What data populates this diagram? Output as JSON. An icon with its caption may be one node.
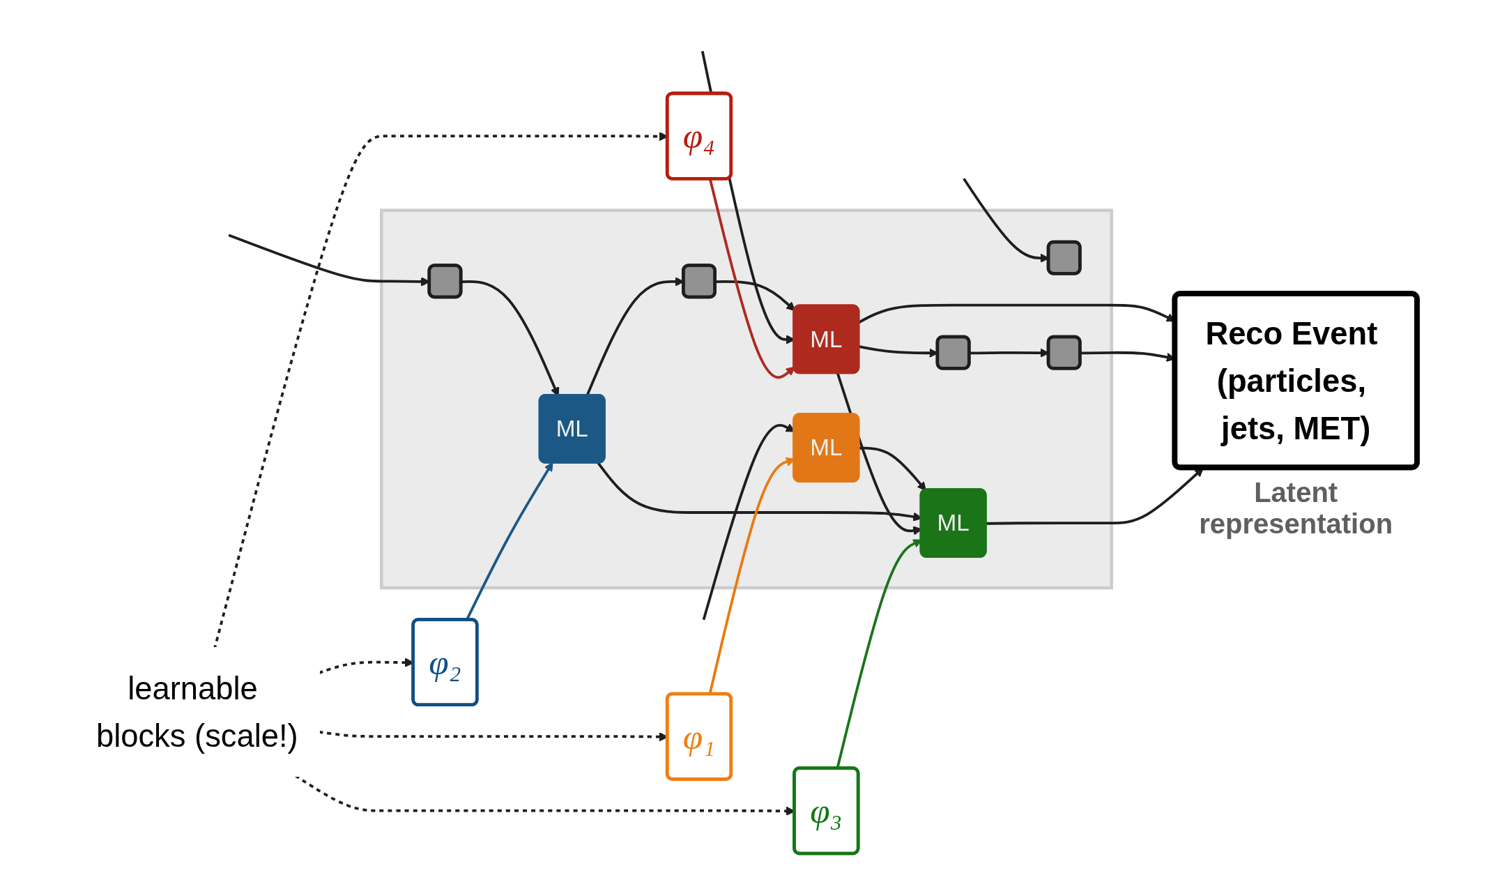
{
  "diagram": {
    "nodes": [
      {
        "text": [],
        "shape": "box"
      },
      {
        "text": [],
        "shape": "box",
        "in": 0
      },
      {
        "text": [
          "ML"
        ],
        "in": 0
      },
      {
        "text": [],
        "shape": "box",
        "in": 0
      },
      {
        "text": [
          "ML"
        ],
        "in": 0
      },
      {
        "text": [
          "ML"
        ],
        "in": 0
      },
      {
        "text": [],
        "shape": "box",
        "in": 0
      },
      {
        "text": [],
        "shape": "box",
        "in": 0
      },
      {
        "text": [],
        "shape": "box",
        "in": 0
      },
      {
        "text": [
          "ML"
        ],
        "in": 0
      },
      {
        "text": [
          "Reco Event (particles, jets, MET)"
        ],
        "beside": [
          "Latent representation"
        ]
      },
      {
        "text": [
          "φ₁"
        ]
      },
      {
        "text": [
          "φ₂"
        ]
      },
      {
        "text": [
          "φ₃"
        ]
      },
      {
        "text": [
          "φ₄"
        ]
      },
      {
        "text": [
          "learnable blocks (scale!)"
        ]
      }
    ],
    "edges": [
      {
        "from": null,
        "to": 1,
        "arrow": "to"
      },
      {
        "from": 1,
        "to": 2,
        "arrow": "to"
      },
      {
        "from": 2,
        "to": 3,
        "arrow": "to"
      },
      {
        "from": 3,
        "to": 4,
        "arrow": "to"
      },
      {
        "from": null,
        "to": 5,
        "arrow": "to"
      },
      {
        "from": null,
        "to": 4,
        "arrow": "to"
      },
      {
        "from": null,
        "to": 6,
        "arrow": "to"
      },
      {
        "from": 5,
        "to": 9,
        "arrow": "to"
      },
      {
        "from": 2,
        "to": 9,
        "arrow": "to"
      },
      {
        "from": 4,
        "to": 7,
        "arrow": "to"
      },
      {
        "from": 4,
        "to": 9,
        "arrow": "to"
      },
      {
        "from": 4,
        "to": 10,
        "arrow": "to"
      },
      {
        "from": 7,
        "to": 8,
        "arrow": "to"
      },
      {
        "from": 8,
        "to": 10,
        "arrow": "to"
      },
      {
        "from": 9,
        "to": 10,
        "arrow": "to"
      },
      {
        "from": 11,
        "to": 5,
        "arrow": "to",
        "color": "#e87a10"
      },
      {
        "from": 12,
        "to": 2,
        "arrow": "to",
        "color": "#1b5886"
      },
      {
        "from": 13,
        "to": 9,
        "arrow": "to",
        "color": "#1c7419"
      },
      {
        "from": 14,
        "to": 4,
        "arrow": "to",
        "color": "#ae2a1e"
      },
      {
        "from": 15,
        "to": 11,
        "arrow": "to",
        "style": "dashed"
      },
      {
        "from": 15,
        "to": 12,
        "arrow": "to",
        "style": "dashed"
      },
      {
        "from": 15,
        "to": 13,
        "arrow": "to",
        "style": "dashed"
      },
      {
        "from": 15,
        "to": 14,
        "arrow": "to",
        "style": "dashed"
      }
    ]
  }
}
